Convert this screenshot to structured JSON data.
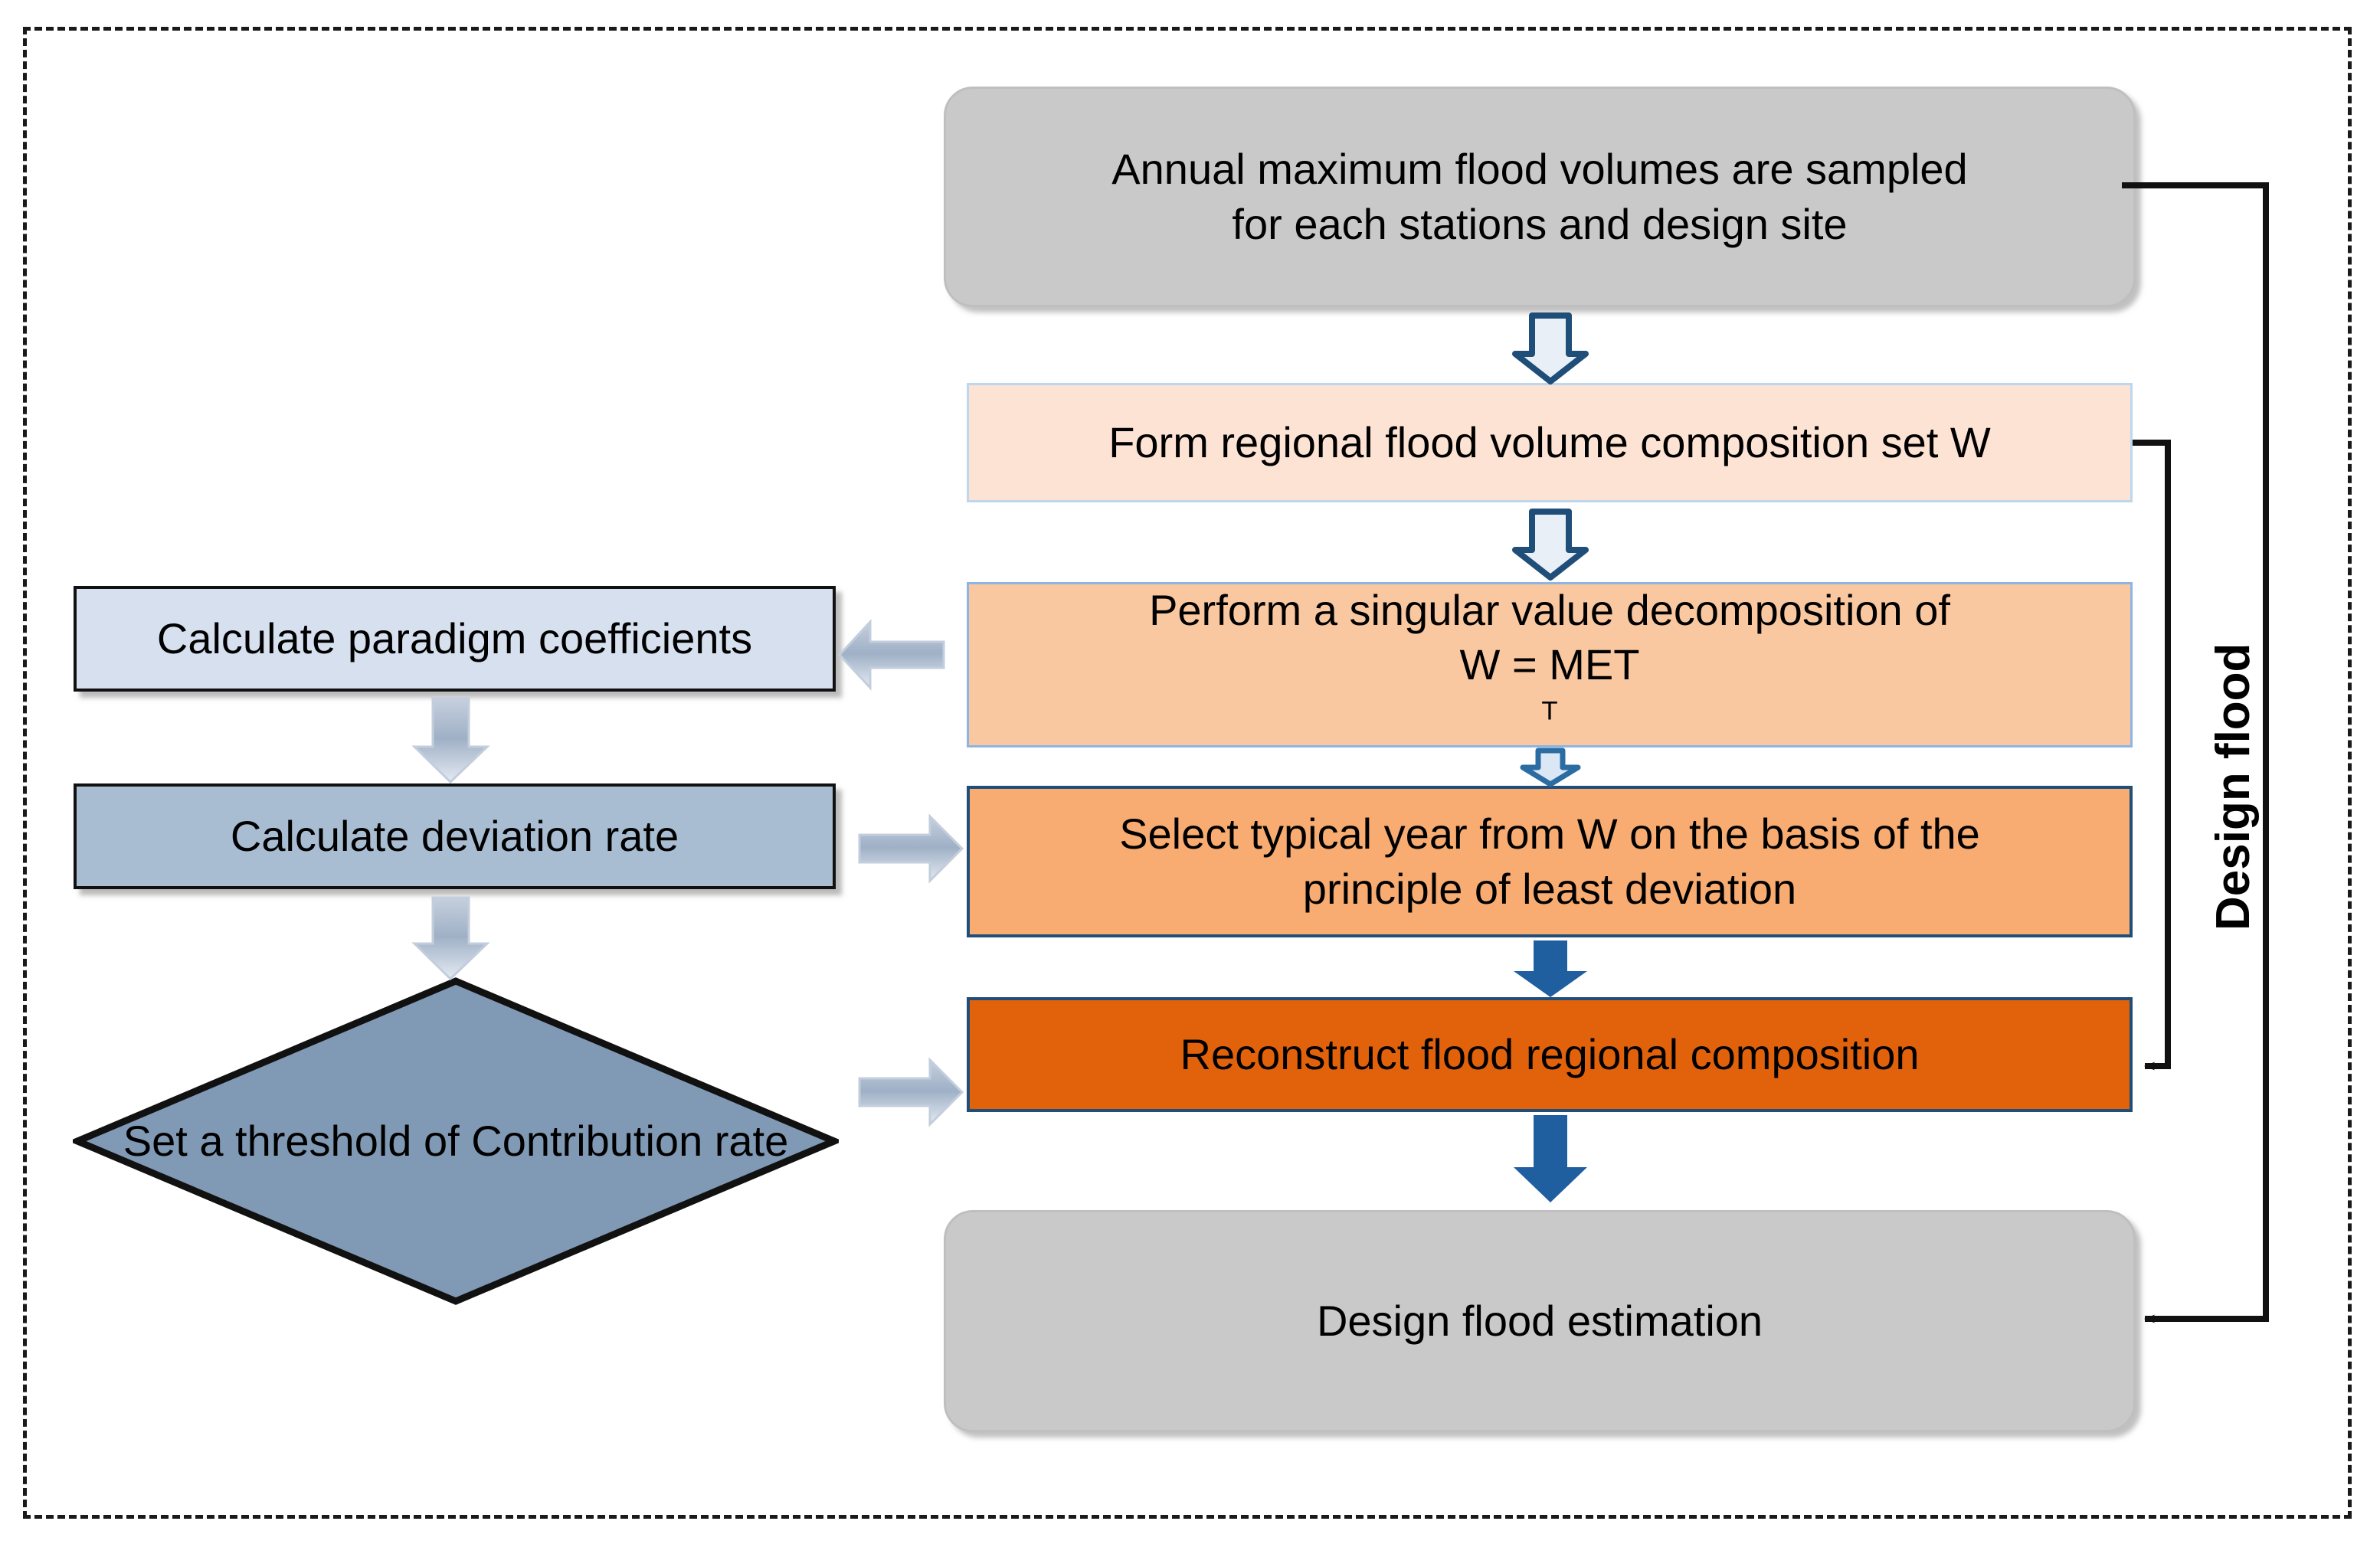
{
  "diagram": {
    "title": "Design flood regional composition flowchart",
    "side_label": "Design flood",
    "colors": {
      "terminal_fill": "#c9c9c9",
      "step2_fill": "#fce3d3",
      "step3_fill": "#fac8a0",
      "step4_fill": "#f8ac71",
      "step5_fill": "#e2620b",
      "left_light_fill": "#d6e0ef",
      "left_mid_fill": "#a8bdd2",
      "diamond_fill": "#8099b4",
      "arrow_blue": "#1f4e79",
      "arrow_grey": "#aebcce",
      "frame_border": "#1a1a1a"
    },
    "nodes": [
      {
        "id": "start",
        "shape": "terminal",
        "line1": "Annual maximum flood volumes are sampled",
        "line2": "for each stations and design site"
      },
      {
        "id": "form-set",
        "shape": "process",
        "line1": "Form regional flood volume composition set W",
        "line2": ""
      },
      {
        "id": "svd",
        "shape": "process",
        "line1": "Perform a singular value decomposition of",
        "line2": "W = MET",
        "sup": "T"
      },
      {
        "id": "typical",
        "shape": "process",
        "line1": "Select typical year from W on the basis of the",
        "line2": "principle of least deviation"
      },
      {
        "id": "reconstruct",
        "shape": "process",
        "line1": "Reconstruct flood regional composition",
        "line2": ""
      },
      {
        "id": "estimate",
        "shape": "terminal",
        "line1": "Design flood estimation",
        "line2": ""
      },
      {
        "id": "paradigm",
        "shape": "process",
        "line1": "Calculate paradigm coefficients",
        "line2": ""
      },
      {
        "id": "deviation",
        "shape": "process",
        "line1": "Calculate deviation rate",
        "line2": ""
      },
      {
        "id": "threshold",
        "shape": "decision",
        "line1": "Set a threshold of",
        "line2": "Contribution  rate"
      }
    ]
  }
}
